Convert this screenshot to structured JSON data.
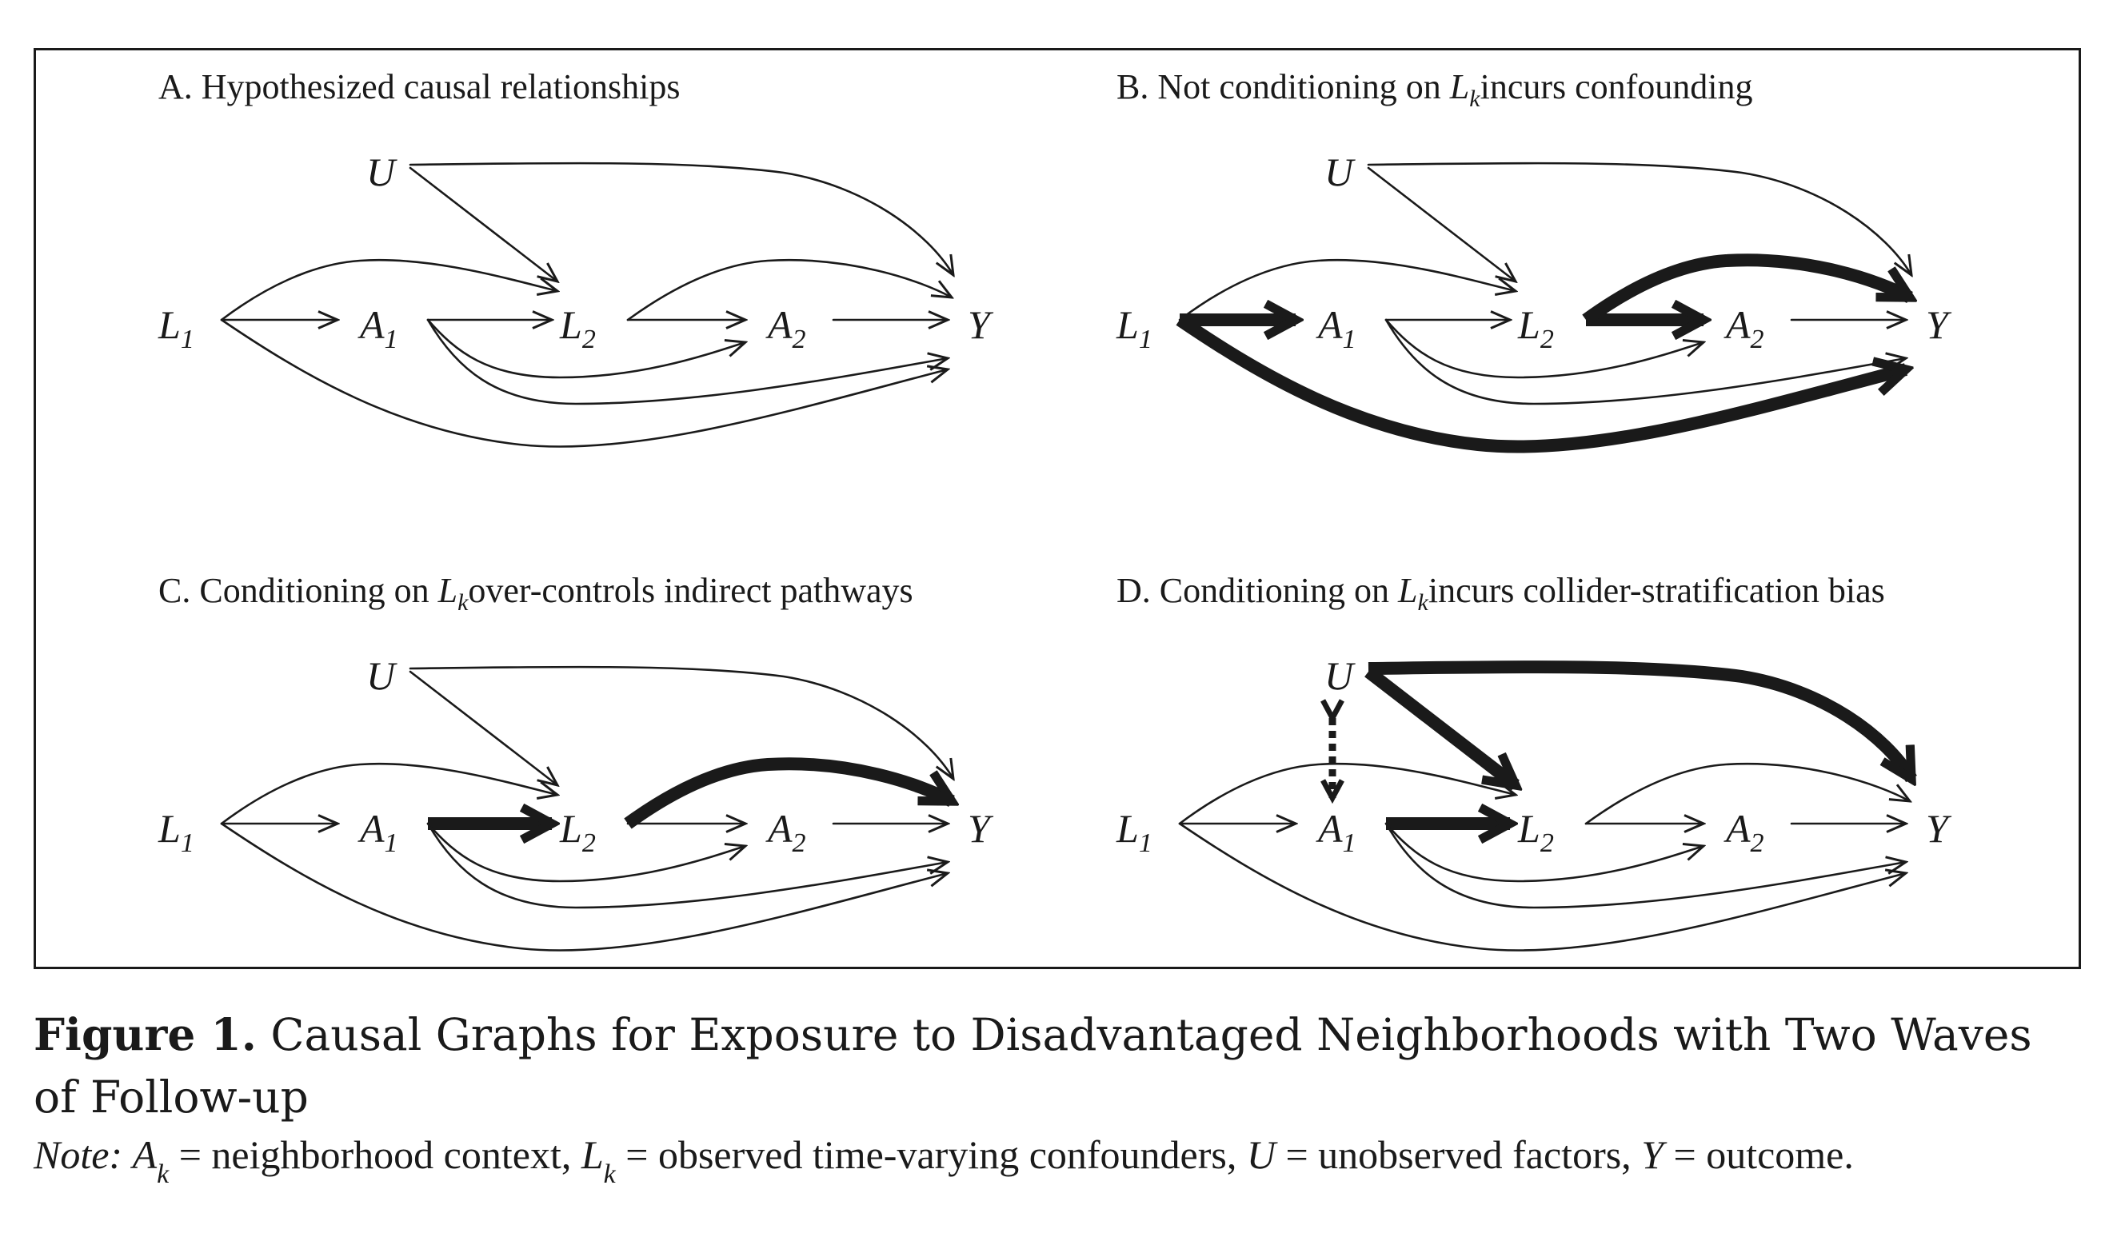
{
  "panels": [
    {
      "id": "A",
      "title_prefix": "A. Hypothesized causal relationships",
      "title_var": "",
      "title_var_sub": "",
      "title_suffix": ""
    },
    {
      "id": "B",
      "title_prefix": "B. Not conditioning on ",
      "title_var": "L",
      "title_var_sub": "k",
      "title_suffix": "incurs confounding"
    },
    {
      "id": "C",
      "title_prefix": "C. Conditioning on ",
      "title_var": "L",
      "title_var_sub": "k",
      "title_suffix": "over-controls indirect pathways"
    },
    {
      "id": "D",
      "title_prefix": "D. Conditioning on ",
      "title_var": "L",
      "title_var_sub": "k",
      "title_suffix": "incurs collider-stratification bias"
    }
  ],
  "nodes": [
    {
      "key": "L1",
      "letter": "L",
      "sub": "1"
    },
    {
      "key": "A1",
      "letter": "A",
      "sub": "1"
    },
    {
      "key": "L2",
      "letter": "L",
      "sub": "2"
    },
    {
      "key": "A2",
      "letter": "A",
      "sub": "2"
    },
    {
      "key": "Y",
      "letter": "Y",
      "sub": ""
    },
    {
      "key": "U",
      "letter": "U",
      "sub": ""
    }
  ],
  "edges": [
    {
      "id": "L1-A1",
      "from": "L1",
      "to": "A1"
    },
    {
      "id": "L1-L2",
      "from": "L1",
      "to": "L2"
    },
    {
      "id": "L1-Y",
      "from": "L1",
      "to": "Y"
    },
    {
      "id": "A1-L2",
      "from": "A1",
      "to": "L2"
    },
    {
      "id": "A1-A2",
      "from": "A1",
      "to": "A2"
    },
    {
      "id": "A1-Y",
      "from": "A1",
      "to": "Y"
    },
    {
      "id": "L2-A2",
      "from": "L2",
      "to": "A2"
    },
    {
      "id": "L2-Y",
      "from": "L2",
      "to": "Y"
    },
    {
      "id": "A2-Y",
      "from": "A2",
      "to": "Y"
    },
    {
      "id": "U-L2",
      "from": "U",
      "to": "L2"
    },
    {
      "id": "U-Y",
      "from": "U",
      "to": "Y"
    }
  ],
  "highlights": {
    "A": [],
    "B": [
      "L1-A1",
      "L1-Y",
      "L2-A2",
      "L2-Y"
    ],
    "C": [
      "A1-L2",
      "L2-Y"
    ],
    "D": [
      "A1-L2",
      "U-L2",
      "U-Y"
    ]
  },
  "extra_links": {
    "D": [
      {
        "id": "U-A1-association",
        "from": "U",
        "to": "A1",
        "style": "dashed-bidirectional"
      }
    ]
  },
  "caption": {
    "label": "Figure 1.",
    "title": " Causal Graphs for Exposure to Disadvantaged Neighborhoods with Two Waves of Follow-up",
    "note_label": "Note:",
    "note_parts": [
      {
        "var": "A",
        "sub": "k",
        "text": " = neighborhood context, "
      },
      {
        "var": "L",
        "sub": "k",
        "text": " = observed time-varying confounders, "
      },
      {
        "var": "U",
        "sub": "",
        "text": " = unobserved factors, "
      },
      {
        "var": "Y",
        "sub": "",
        "text": " = outcome."
      }
    ]
  }
}
